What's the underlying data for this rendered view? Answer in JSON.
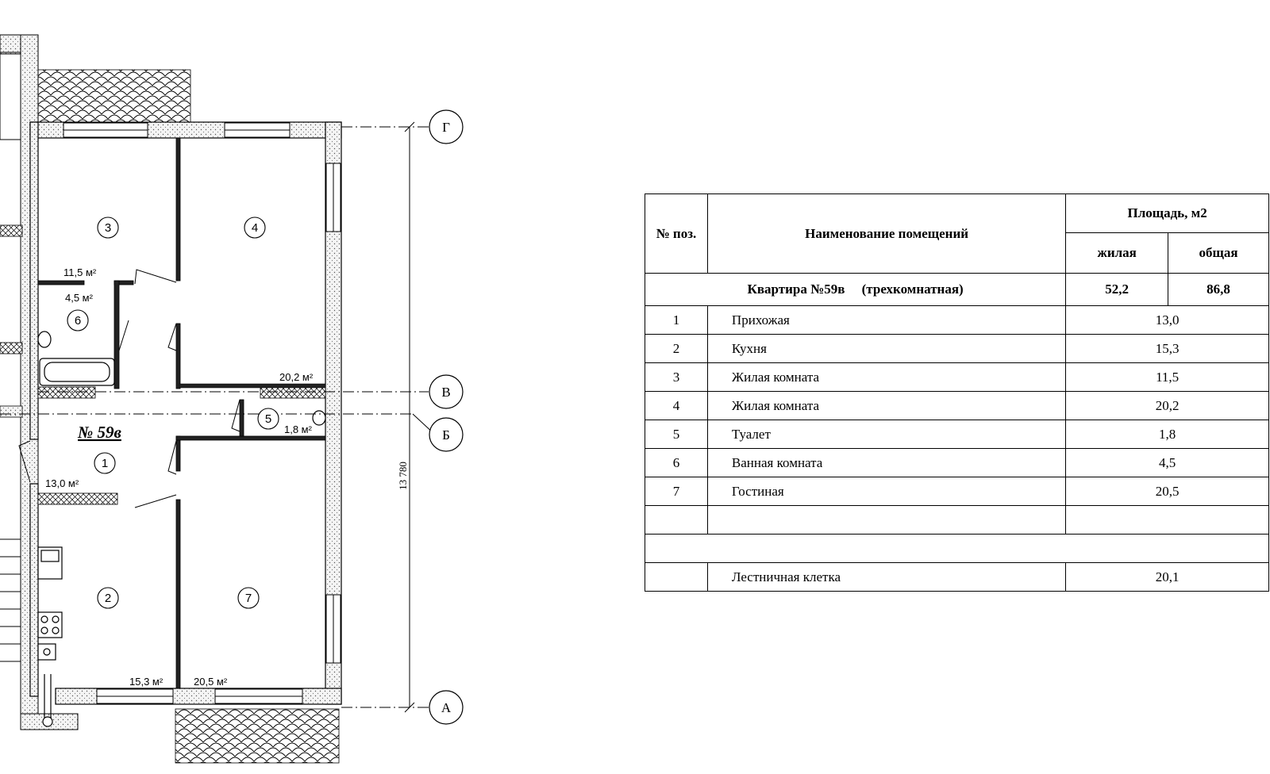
{
  "apartment": {
    "label": "№ 59в"
  },
  "plan": {
    "rooms": [
      {
        "n": "1",
        "area": "13,0 м²"
      },
      {
        "n": "2",
        "area": "15,3 м²"
      },
      {
        "n": "3",
        "area": "11,5 м²"
      },
      {
        "n": "4",
        "area": "20,2 м²"
      },
      {
        "n": "5",
        "area": "1,8 м²"
      },
      {
        "n": "6",
        "area": "4,5 м²"
      },
      {
        "n": "7",
        "area": "20,5 м²"
      }
    ],
    "axes": [
      "Г",
      "В",
      "Б",
      "А"
    ],
    "dimension": "13 780"
  },
  "table": {
    "headers": {
      "pos": "№ поз.",
      "name": "Наименование помещений",
      "area": "Площадь, м2",
      "living": "жилая",
      "total": "общая"
    },
    "apartment_row": {
      "title": "Квартира  №59в",
      "type": "(трехкомнатная)",
      "living": "52,2",
      "total": "86,8"
    },
    "rows": [
      {
        "pos": "1",
        "name": "Прихожая",
        "area": "13,0"
      },
      {
        "pos": "2",
        "name": "Кухня",
        "area": "15,3"
      },
      {
        "pos": "3",
        "name": "Жилая комната",
        "area": "11,5"
      },
      {
        "pos": "4",
        "name": "Жилая комната",
        "area": "20,2"
      },
      {
        "pos": "5",
        "name": "Туалет",
        "area": "1,8"
      },
      {
        "pos": "6",
        "name": "Ванная комната",
        "area": "4,5"
      },
      {
        "pos": "7",
        "name": "Гостиная",
        "area": "20,5"
      }
    ],
    "stair": {
      "name": "Лестничная  клетка",
      "area": "20,1"
    }
  },
  "colors": {
    "line": "#000000",
    "wall_fill": "#f2f2f2"
  }
}
